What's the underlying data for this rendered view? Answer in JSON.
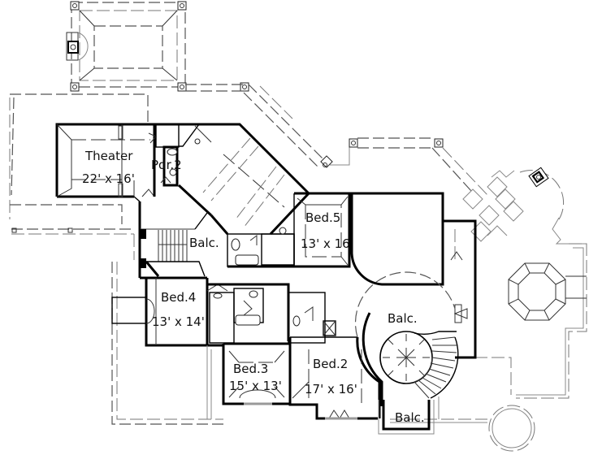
{
  "plan": {
    "type": "floor-plan",
    "level": "second floor",
    "rooms": [
      {
        "id": "theater",
        "name": "Theater",
        "dimensions": "22' x 16'"
      },
      {
        "id": "powder-2",
        "name": "Pdr.2",
        "dimensions": ""
      },
      {
        "id": "balcony-stair",
        "name": "Balc.",
        "dimensions": ""
      },
      {
        "id": "bed-5",
        "name": "Bed.5",
        "dimensions": "13' x 16"
      },
      {
        "id": "bed-4",
        "name": "Bed.4",
        "dimensions": "13' x 14'"
      },
      {
        "id": "bed-3",
        "name": "Bed.3",
        "dimensions": "15' x 13'"
      },
      {
        "id": "bed-2",
        "name": "Bed.2",
        "dimensions": "17' x 16'"
      },
      {
        "id": "balcony-rotunda",
        "name": "Balc.",
        "dimensions": ""
      },
      {
        "id": "balcony-south",
        "name": "Balc.",
        "dimensions": ""
      }
    ],
    "line_color": "#000000",
    "roof_line_color": "#777777",
    "background": "#ffffff"
  }
}
